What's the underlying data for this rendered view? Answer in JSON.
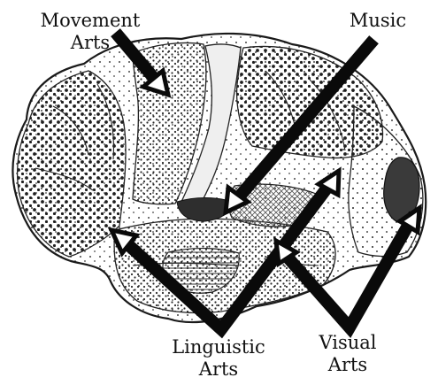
{
  "labels": {
    "movement": "Movement\nArts",
    "music": "Music",
    "linguistic": "Linguistic\nArts",
    "visual": "Visual\nArts"
  },
  "colors": {
    "arrow": "#0a0a0a",
    "outline": "#1a1a1a",
    "dots": "#2b2b2b",
    "dark_region": "#3a3a3a"
  }
}
